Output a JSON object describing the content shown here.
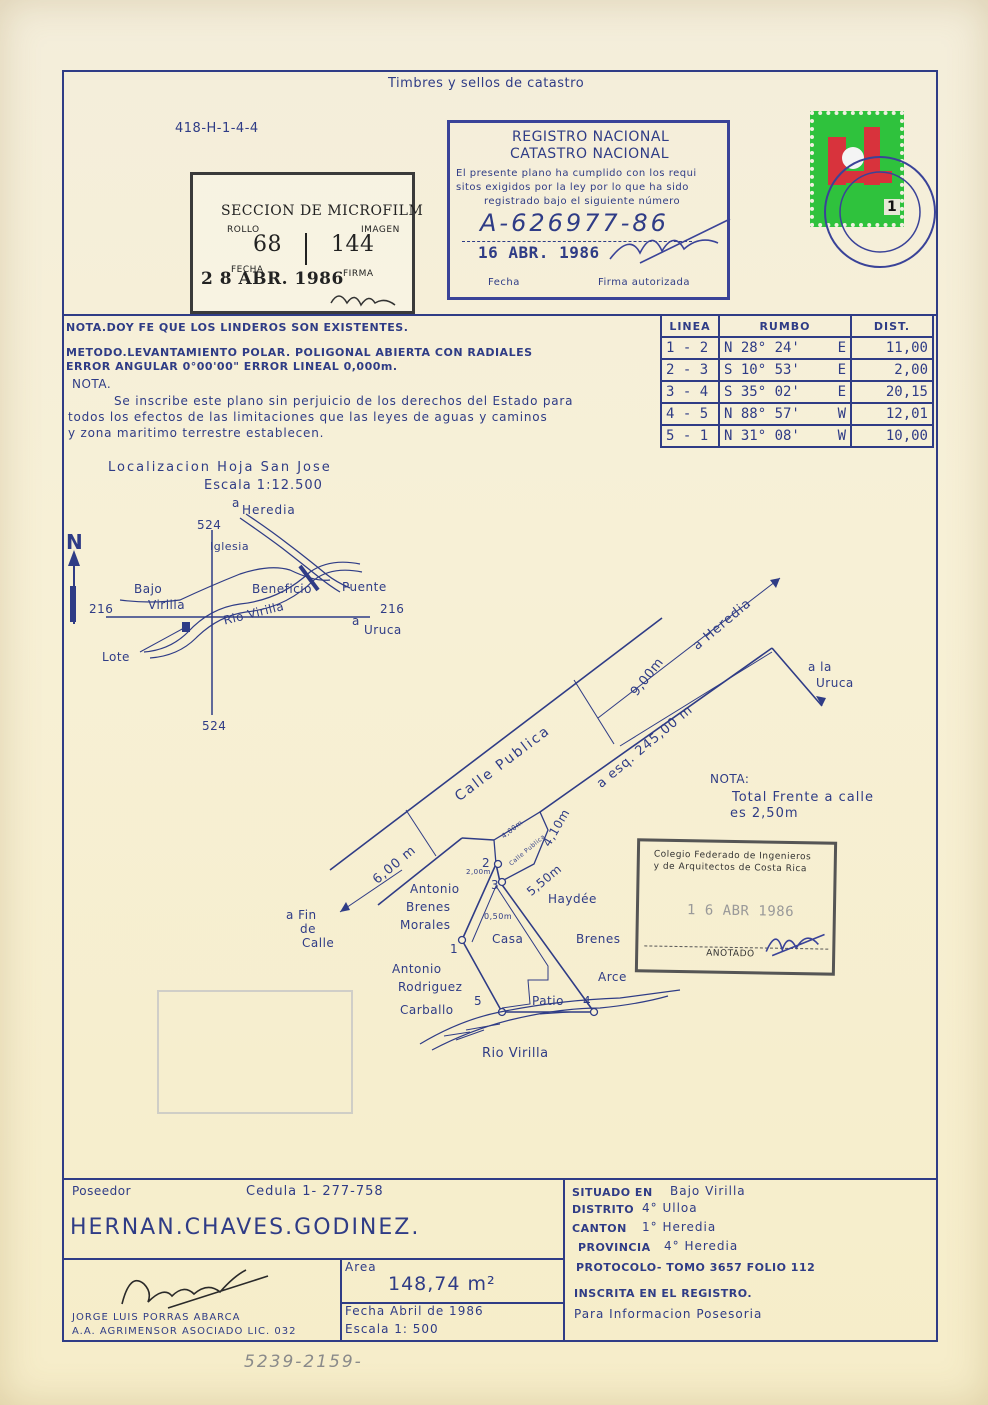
{
  "header": {
    "timbres": "Timbres y sellos de catastro",
    "plan_code": "418-H-1-4-4"
  },
  "microfilm": {
    "title": "SECCION DE MICROFILM",
    "rollo_label": "ROLLO",
    "rollo": "68",
    "imagen_label": "IMAGEN",
    "imagen": "144",
    "fecha_label": "FECHA",
    "fecha": "2 8 ABR. 1986",
    "firma_label": "FIRMA"
  },
  "registro": {
    "title1": "REGISTRO NACIONAL",
    "title2": "CATASTRO NACIONAL",
    "line1": "El presente plano ha cumplido con los requi",
    "line2": "sitos exigidos por la ley por lo que ha sido",
    "line3": "registrado bajo el siguiente número",
    "number": "A-626977-86",
    "date": "16 ABR. 1986",
    "fecha_label": "Fecha",
    "firma_label": "Firma autorizada"
  },
  "stamp_tax": {
    "value": "1",
    "colors": {
      "green": "#2fc23d",
      "red": "#d8333c"
    }
  },
  "notes": {
    "nota_doy_fe": "NOTA.DOY FE QUE LOS LINDEROS SON EXISTENTES.",
    "metodo": "METODO.LEVANTAMIENTO POLAR. POLIGONAL ABIERTA CON RADIALES",
    "error": "ERROR ANGULAR 0°00'00\" ERROR LINEAL 0,000m.",
    "nota_label": "NOTA.",
    "nota_line1": "Se inscribe este plano sin perjuicio de los derechos del Estado para",
    "nota_line2": "todos los efectos de las limitaciones que las leyes de aguas y caminos",
    "nota_line3": "y zona maritimo terrestre establecen."
  },
  "rumbo_table": {
    "headers": [
      "LINEA",
      "RUMBO",
      "DIST."
    ],
    "rows": [
      {
        "linea": "1 - 2",
        "rumbo": "N 28° 24'",
        "dir": "E",
        "dist": "11,00"
      },
      {
        "linea": "2 - 3",
        "rumbo": "S 10° 53'",
        "dir": "E",
        "dist": "2,00"
      },
      {
        "linea": "3 - 4",
        "rumbo": "S 35° 02'",
        "dir": "E",
        "dist": "20,15"
      },
      {
        "linea": "4 - 5",
        "rumbo": "N 88° 57'",
        "dir": "W",
        "dist": "12,01"
      },
      {
        "linea": "5 - 1",
        "rumbo": "N 31° 08'",
        "dir": "W",
        "dist": "10,00"
      }
    ]
  },
  "location_map": {
    "title": "Localizacion Hoja San Jose",
    "scale": "Escala 1:12.500",
    "a_heredia_a": "a",
    "a_heredia_b": "Heredia",
    "coord_524_top": "524",
    "coord_524_bottom": "524",
    "coord_216_left": "216",
    "coord_216_right": "216",
    "iglesia": "Iglesia",
    "beneficio": "Beneficio",
    "puente": "Puente",
    "bajo": "Bajo",
    "virilla": "Virilla",
    "rio_virilla": "Rio Virilla",
    "a_uruca_a": "a",
    "a_uruca_b": "Uruca",
    "lote": "Lote",
    "north": "N"
  },
  "plan": {
    "calle_publica": "Calle Publica",
    "w_900": "9,00m",
    "a_heredia": "a Heredia",
    "esq": "a esq. 245,00 m",
    "ala": "a la",
    "uruca": "Uruca",
    "w_600": "6,00 m",
    "a_fin_1": "a Fin",
    "a_fin_2": "de",
    "a_fin_3": "Calle",
    "d_410": "4,10m",
    "d_550": "5,50m",
    "d_400": "4,00m",
    "d_200": "2,00m",
    "d_050": "0,50m",
    "calle_publica_small": "Calle Publica",
    "p1": "1",
    "p2": "2",
    "p3": "3",
    "p4": "4",
    "p5": "5",
    "antonio_bm_1": "Antonio",
    "antonio_bm_2": "Brenes",
    "antonio_bm_3": "Morales",
    "antonio_rc_1": "Antonio",
    "antonio_rc_2": "Rodriguez",
    "antonio_rc_3": "Carballo",
    "casa": "Casa",
    "patio": "Patio",
    "haydee_1": "Haydée",
    "haydee_2": "Brenes",
    "haydee_3": "Arce",
    "rio": "Rio Virilla",
    "nota": "NOTA:",
    "nota_1": "Total Frente a calle",
    "nota_2": "es 2,50m"
  },
  "colegio_stamp": {
    "line1": "Colegio Federado de Ingenieros",
    "line2": "y de Arquitectos de Costa Rica",
    "date": "1 6 ABR 1986",
    "anotado": "ANOTADO"
  },
  "bottom": {
    "poseedor_label": "Poseedor",
    "cedula": "Cedula 1- 277-758",
    "owner": "HERNAN.CHAVES.GODINEZ.",
    "area_label": "Area",
    "area_value": "148,74 m²",
    "fecha_line": "Fecha  Abril de 1986",
    "escala_line": "Escala  1: 500",
    "surveyor_1": "JORGE LUIS PORRAS ABARCA",
    "surveyor_2": "A.A. AGRIMENSOR ASOCIADO LIC. 032",
    "situado": "SITUADO EN",
    "situado_v": "Bajo Virilla",
    "distrito": "DISTRITO",
    "distrito_v": "4° Ulloa",
    "canton": "CANTON",
    "canton_v": "1° Heredia",
    "provincia": "PROVINCIA",
    "provincia_v": "4° Heredia",
    "protocolo": "PROTOCOLO- TOMO 3657 FOLIO 112",
    "inscrita": "INSCRITA EN EL REGISTRO.",
    "para_info": "Para Informacion Posesoria",
    "handwritten": "5239-2159-"
  }
}
